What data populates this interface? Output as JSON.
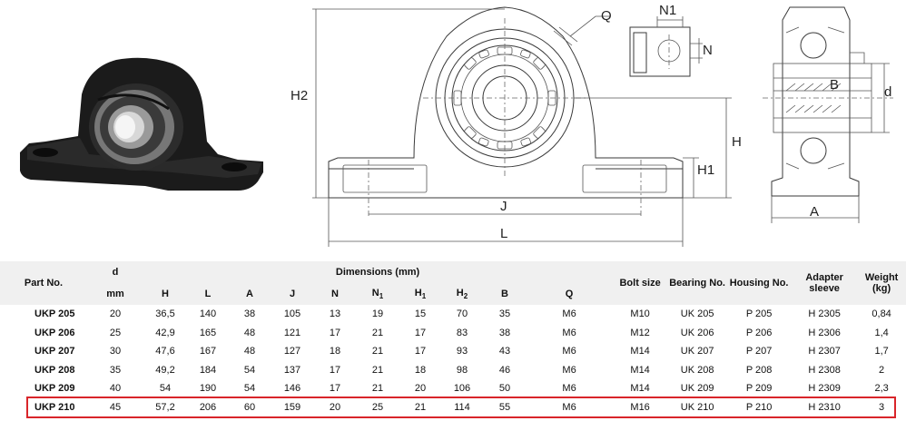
{
  "drawing": {
    "labels": {
      "Q": "Q",
      "N1": "N1",
      "N": "N",
      "H2": "H2",
      "H": "H",
      "H1": "H1",
      "J": "J",
      "L": "L",
      "B": "B",
      "d": "d",
      "A": "A"
    }
  },
  "table": {
    "header": {
      "part_no": "Part No.",
      "d": "d",
      "dimensions": "Dimensions (mm)",
      "bolt_size": "Bolt size",
      "bearing_no": "Bearing No.",
      "housing_no": "Housing No.",
      "adapter_sleeve_line1": "Adapter",
      "adapter_sleeve_line2": "sleeve",
      "weight": "Weight (kg)",
      "sub": {
        "mm": "mm",
        "H": "H",
        "L": "L",
        "A": "A",
        "J": "J",
        "N": "N",
        "N1": "N",
        "N1_sub": "1",
        "H1": "H",
        "H1_sub": "1",
        "H2": "H",
        "H2_sub": "2",
        "B": "B",
        "Q": "Q"
      }
    },
    "rows": [
      [
        "UKP 205",
        "20",
        "36,5",
        "140",
        "38",
        "105",
        "13",
        "19",
        "15",
        "70",
        "35",
        "M6",
        "M10",
        "UK 205",
        "P 205",
        "H 2305",
        "0,84"
      ],
      [
        "UKP 206",
        "25",
        "42,9",
        "165",
        "48",
        "121",
        "17",
        "21",
        "17",
        "83",
        "38",
        "M6",
        "M12",
        "UK 206",
        "P 206",
        "H 2306",
        "1,4"
      ],
      [
        "UKP 207",
        "30",
        "47,6",
        "167",
        "48",
        "127",
        "18",
        "21",
        "17",
        "93",
        "43",
        "M6",
        "M14",
        "UK 207",
        "P 207",
        "H 2307",
        "1,7"
      ],
      [
        "UKP 208",
        "35",
        "49,2",
        "184",
        "54",
        "137",
        "17",
        "21",
        "18",
        "98",
        "46",
        "M6",
        "M14",
        "UK 208",
        "P 208",
        "H 2308",
        "2"
      ],
      [
        "UKP 209",
        "40",
        "54",
        "190",
        "54",
        "146",
        "17",
        "21",
        "20",
        "106",
        "50",
        "M6",
        "M14",
        "UK 209",
        "P 209",
        "H 2309",
        "2,3"
      ],
      [
        "UKP 210",
        "45",
        "57,2",
        "206",
        "60",
        "159",
        "20",
        "25",
        "21",
        "114",
        "55",
        "M6",
        "M16",
        "UK 210",
        "P 210",
        "H 2310",
        "3"
      ]
    ],
    "highlighted_row": "UKP 210",
    "highlight_color": "#d9252a"
  }
}
